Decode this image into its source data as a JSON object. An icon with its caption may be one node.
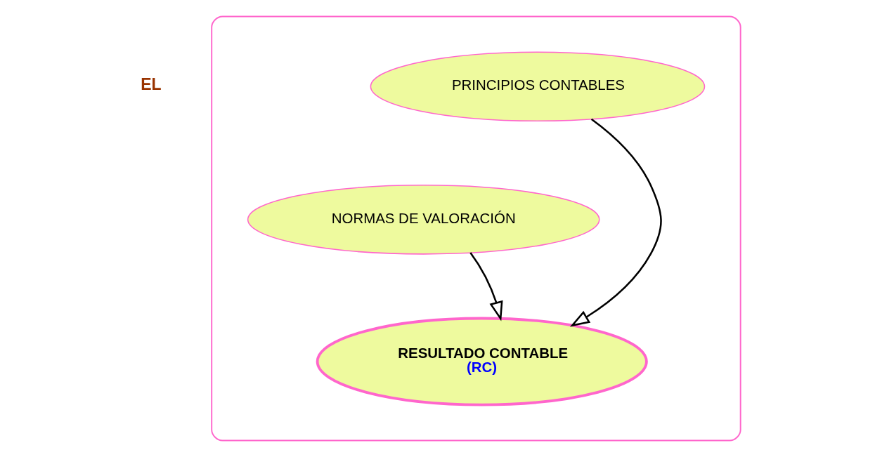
{
  "diagram": {
    "nodes": [
      {
        "text": [],
        "shape": "ellipse"
      },
      {
        "text": [
          "PRINCIPIOS CONTABLES"
        ],
        "in": 0
      },
      {
        "text": [
          "NORMAS DE VALORACIÓN"
        ],
        "in": 0
      },
      {
        "text": [
          "RESULTADO CONTABLE",
          "(RC)"
        ],
        "in": 0
      }
    ],
    "edges": [
      {
        "from": 1,
        "to": 3,
        "arrow": "to"
      },
      {
        "from": 2,
        "to": 3,
        "arrow": "to"
      }
    ],
    "labels": [
      "EL"
    ]
  }
}
